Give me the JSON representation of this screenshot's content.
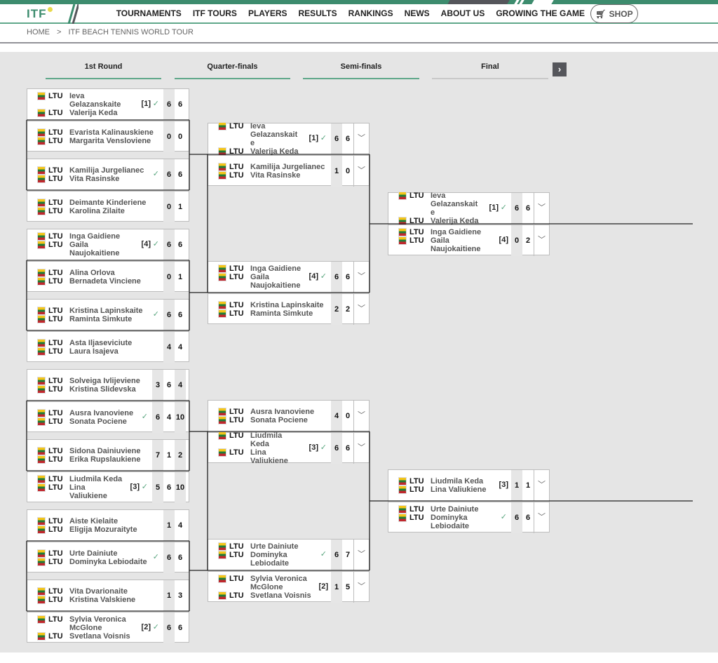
{
  "nav": {
    "logo": "ITF",
    "links": [
      "TOURNAMENTS",
      "ITF TOURS",
      "PLAYERS",
      "RESULTS",
      "RANKINGS",
      "NEWS",
      "ABOUT US",
      "GROWING THE GAME"
    ],
    "shop": "SHOP"
  },
  "breadcrumb": [
    "HOME",
    "ITF BEACH TENNIS WORLD TOUR"
  ],
  "rounds": [
    {
      "label": "1st Round",
      "matches": [
        {
          "teams": [
            {
              "players": [
                "Ieva Gelazanskaite",
                "Valerija Keda"
              ],
              "seed": "[1]",
              "winner": true,
              "scores": [
                "6",
                "6"
              ]
            },
            {
              "players": [
                "Evarista Kalinauskiene",
                "Margarita Vensloviene"
              ],
              "seed": "",
              "winner": false,
              "scores": [
                "0",
                "0"
              ]
            }
          ]
        },
        {
          "teams": [
            {
              "players": [
                "Kamilija Jurgelianec",
                "Vita Rasinske"
              ],
              "seed": "",
              "winner": true,
              "scores": [
                "6",
                "6"
              ]
            },
            {
              "players": [
                "Deimante Kinderiene",
                "Karolina Zilaite"
              ],
              "seed": "",
              "winner": false,
              "scores": [
                "0",
                "1"
              ]
            }
          ]
        },
        {
          "teams": [
            {
              "players": [
                "Inga Gaidiene",
                "Gaila Naujokaitiene"
              ],
              "seed": "[4]",
              "winner": true,
              "scores": [
                "6",
                "6"
              ]
            },
            {
              "players": [
                "Alina Orlova",
                "Bernadeta Vinciene"
              ],
              "seed": "",
              "winner": false,
              "scores": [
                "0",
                "1"
              ]
            }
          ]
        },
        {
          "teams": [
            {
              "players": [
                "Kristina Lapinskaite",
                "Raminta Simkute"
              ],
              "seed": "",
              "winner": true,
              "scores": [
                "6",
                "6"
              ]
            },
            {
              "players": [
                "Asta Iljaseviciute",
                "Laura Isajeva"
              ],
              "seed": "",
              "winner": false,
              "scores": [
                "4",
                "4"
              ]
            }
          ]
        },
        {
          "teams": [
            {
              "players": [
                "Solveiga Ivlijeviene",
                "Kristina Slidevska"
              ],
              "seed": "",
              "winner": false,
              "scores": [
                "3",
                "6",
                "4"
              ]
            },
            {
              "players": [
                "Ausra Ivanoviene",
                "Sonata Pociene"
              ],
              "seed": "",
              "winner": true,
              "scores": [
                "6",
                "4",
                "10"
              ]
            }
          ]
        },
        {
          "teams": [
            {
              "players": [
                "Sidona Dainiuviene",
                "Erika Rupslaukiene"
              ],
              "seed": "",
              "winner": false,
              "scores": [
                "7",
                "1",
                "2"
              ]
            },
            {
              "players": [
                "Liudmila Keda",
                "Lina Valiukiene"
              ],
              "seed": "[3]",
              "winner": true,
              "scores": [
                "5",
                "6",
                "10"
              ]
            }
          ]
        },
        {
          "teams": [
            {
              "players": [
                "Aiste Kielaite",
                "Eligija Mozuraityte"
              ],
              "seed": "",
              "winner": false,
              "scores": [
                "1",
                "4"
              ]
            },
            {
              "players": [
                "Urte Dainiute",
                "Dominyka Lebiodaite"
              ],
              "seed": "",
              "winner": true,
              "scores": [
                "6",
                "6"
              ]
            }
          ]
        },
        {
          "teams": [
            {
              "players": [
                "Vita Dvarionaite",
                "Kristina Valskiene"
              ],
              "seed": "",
              "winner": false,
              "scores": [
                "1",
                "3"
              ]
            },
            {
              "players": [
                "Sylvia Veronica McGlone",
                "Svetlana Voisnis"
              ],
              "seed": "[2]",
              "winner": true,
              "scores": [
                "6",
                "6"
              ]
            }
          ]
        }
      ]
    },
    {
      "label": "Quarter-finals",
      "matches": [
        {
          "teams": [
            {
              "players": [
                "Ieva Gelazanskaite",
                "Valerija Keda"
              ],
              "seed": "[1]",
              "winner": true,
              "scores": [
                "6",
                "6"
              ]
            },
            {
              "players": [
                "Kamilija Jurgelianec",
                "Vita Rasinske"
              ],
              "seed": "",
              "winner": false,
              "scores": [
                "1",
                "0"
              ]
            }
          ]
        },
        {
          "teams": [
            {
              "players": [
                "Inga Gaidiene",
                "Gaila Naujokaitiene"
              ],
              "seed": "[4]",
              "winner": true,
              "scores": [
                "6",
                "6"
              ]
            },
            {
              "players": [
                "Kristina Lapinskaite",
                "Raminta Simkute"
              ],
              "seed": "",
              "winner": false,
              "scores": [
                "2",
                "2"
              ]
            }
          ]
        },
        {
          "teams": [
            {
              "players": [
                "Ausra Ivanoviene",
                "Sonata Pociene"
              ],
              "seed": "",
              "winner": false,
              "scores": [
                "4",
                "0"
              ]
            },
            {
              "players": [
                "Liudmila Keda",
                "Lina Valiukiene"
              ],
              "seed": "[3]",
              "winner": true,
              "scores": [
                "6",
                "6"
              ]
            }
          ]
        },
        {
          "teams": [
            {
              "players": [
                "Urte Dainiute",
                "Dominyka Lebiodaite"
              ],
              "seed": "",
              "winner": true,
              "scores": [
                "6",
                "7"
              ]
            },
            {
              "players": [
                "Sylvia Veronica McGlone",
                "Svetlana Voisnis"
              ],
              "seed": "[2]",
              "winner": false,
              "scores": [
                "1",
                "5"
              ]
            }
          ]
        }
      ]
    },
    {
      "label": "Semi-finals",
      "matches": [
        {
          "teams": [
            {
              "players": [
                "Ieva Gelazanskaite",
                "Valerija Keda"
              ],
              "seed": "[1]",
              "winner": true,
              "scores": [
                "6",
                "6"
              ]
            },
            {
              "players": [
                "Inga Gaidiene",
                "Gaila Naujokaitiene"
              ],
              "seed": "[4]",
              "winner": false,
              "scores": [
                "0",
                "2"
              ]
            }
          ]
        },
        {
          "teams": [
            {
              "players": [
                "Liudmila Keda",
                "Lina Valiukiene"
              ],
              "seed": "[3]",
              "winner": false,
              "scores": [
                "1",
                "1"
              ]
            },
            {
              "players": [
                "Urte Dainiute",
                "Dominyka Lebiodaite"
              ],
              "seed": "",
              "winner": true,
              "scores": [
                "6",
                "6"
              ]
            }
          ]
        }
      ]
    },
    {
      "label": "Final",
      "matches": []
    }
  ],
  "country": "LTU",
  "colors": {
    "accent": "#3d8c6e",
    "check": "#5aa67f",
    "flag": [
      "#f5c518",
      "#1e7d3a",
      "#c1272d"
    ]
  }
}
